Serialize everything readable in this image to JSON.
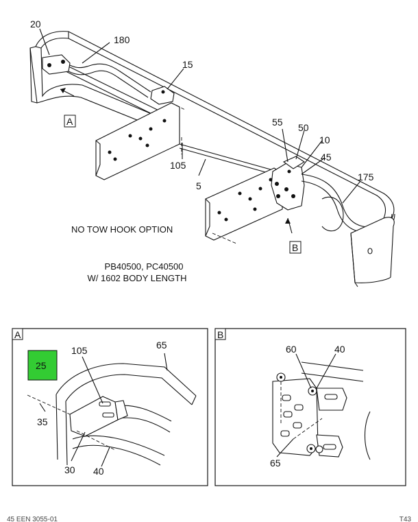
{
  "main_view": {
    "callouts": {
      "c20": "20",
      "c180": "180",
      "c15": "15",
      "c105": "105",
      "c5": "5",
      "c55": "55",
      "c50": "50",
      "c10": "10",
      "c45": "45",
      "c175": "175"
    },
    "view_refs": {
      "a": "A",
      "b": "B"
    },
    "note": "NO TOW HOOK OPTION",
    "model_line1": "PB40500, PC40500",
    "model_line2": "W/ 1602 BODY LENGTH"
  },
  "detail_a": {
    "label": "A",
    "callouts": {
      "c25": "25",
      "c105": "105",
      "c65": "65",
      "c35": "35",
      "c30": "30",
      "c40": "40"
    },
    "highlight_color": "#33cc33"
  },
  "detail_b": {
    "label": "B",
    "callouts": {
      "c60": "60",
      "c40": "40",
      "c65": "65"
    }
  },
  "footer": {
    "left": "45 EEN 3055-01",
    "right": "T43"
  }
}
